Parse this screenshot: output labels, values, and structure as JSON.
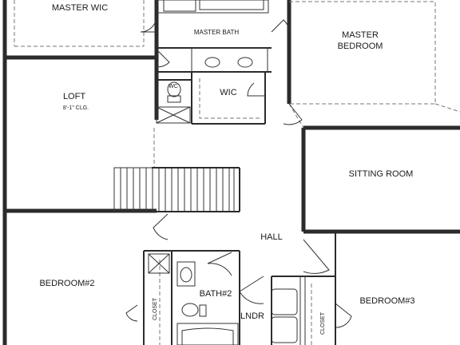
{
  "rooms": {
    "master_wic": "MASTER WIC",
    "master_bath": "MASTER BATH",
    "master_bedroom_line1": "MASTER",
    "master_bedroom_line2": "BEDROOM",
    "loft": "LOFT",
    "loft_ceiling": "8'-1\" CLG.",
    "wc": "WC",
    "wic": "WIC",
    "sitting_room": "SITTING ROOM",
    "hall": "HALL",
    "bedroom2": "BEDROOM#2",
    "bath2": "BATH#2",
    "lndr": "LNDR",
    "bedroom3": "BEDROOM#3",
    "closet_left": "CLOSET",
    "closet_right": "CLOSET"
  }
}
